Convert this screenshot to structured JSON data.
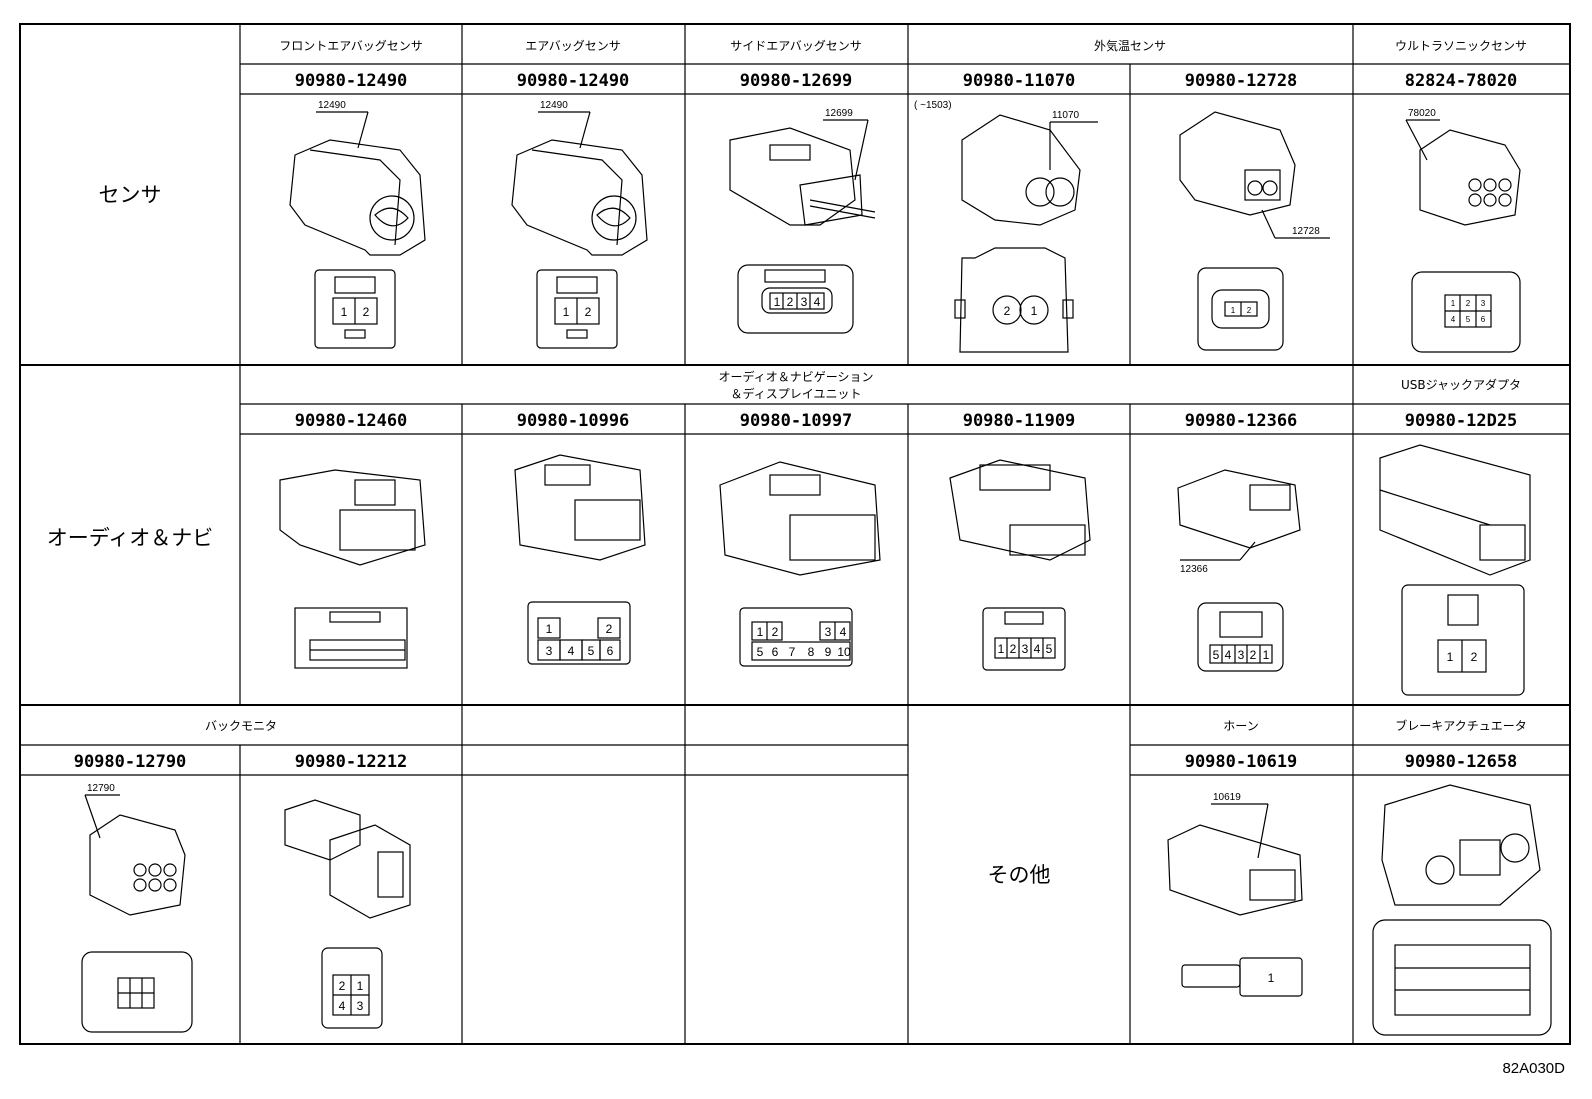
{
  "rows": {
    "sensor_label": "センサ",
    "audio_label": "オーディオ＆ナビ",
    "other_label": "その他"
  },
  "row1": {
    "titles": {
      "front_airbag": "フロントエアバッグセンサ",
      "airbag": "エアバッグセンサ",
      "side_airbag": "サイドエアバッグセンサ",
      "ambient_temp": "外気温センサ",
      "ultrasonic": "ウルトラソニックセンサ"
    },
    "parts": [
      "90980-12490",
      "90980-12490",
      "90980-12699",
      "90980-11070",
      "90980-12728",
      "82824-78020"
    ],
    "callouts": [
      "12490",
      "12490",
      "12699",
      "11070",
      "12728",
      "78020"
    ],
    "note_11070": "(     ~1503)"
  },
  "row2": {
    "titles": {
      "audio_nav_line1": "オーディオ＆ナビゲーション",
      "audio_nav_line2": "＆ディスプレイユニット",
      "usb": "USBジャックアダプタ"
    },
    "parts": [
      "90980-12460",
      "90980-10996",
      "90980-10997",
      "90980-11909",
      "90980-12366",
      "90980-12D25"
    ],
    "callouts": [
      "12366"
    ]
  },
  "row3": {
    "titles": {
      "back_monitor": "バックモニタ",
      "horn": "ホーン",
      "brake_actuator": "ブレーキアクチュエータ"
    },
    "parts": [
      "90980-12790",
      "90980-12212",
      "90980-10619",
      "90980-12658"
    ],
    "callouts": [
      "12790",
      "10619"
    ]
  },
  "pins": {
    "p1": "1",
    "p2": "2",
    "p3": "3",
    "p4": "4",
    "p5": "5",
    "p6": "6",
    "p7": "7",
    "p8": "8",
    "p9": "9",
    "p10": "10"
  },
  "figure_code": "82A030D"
}
